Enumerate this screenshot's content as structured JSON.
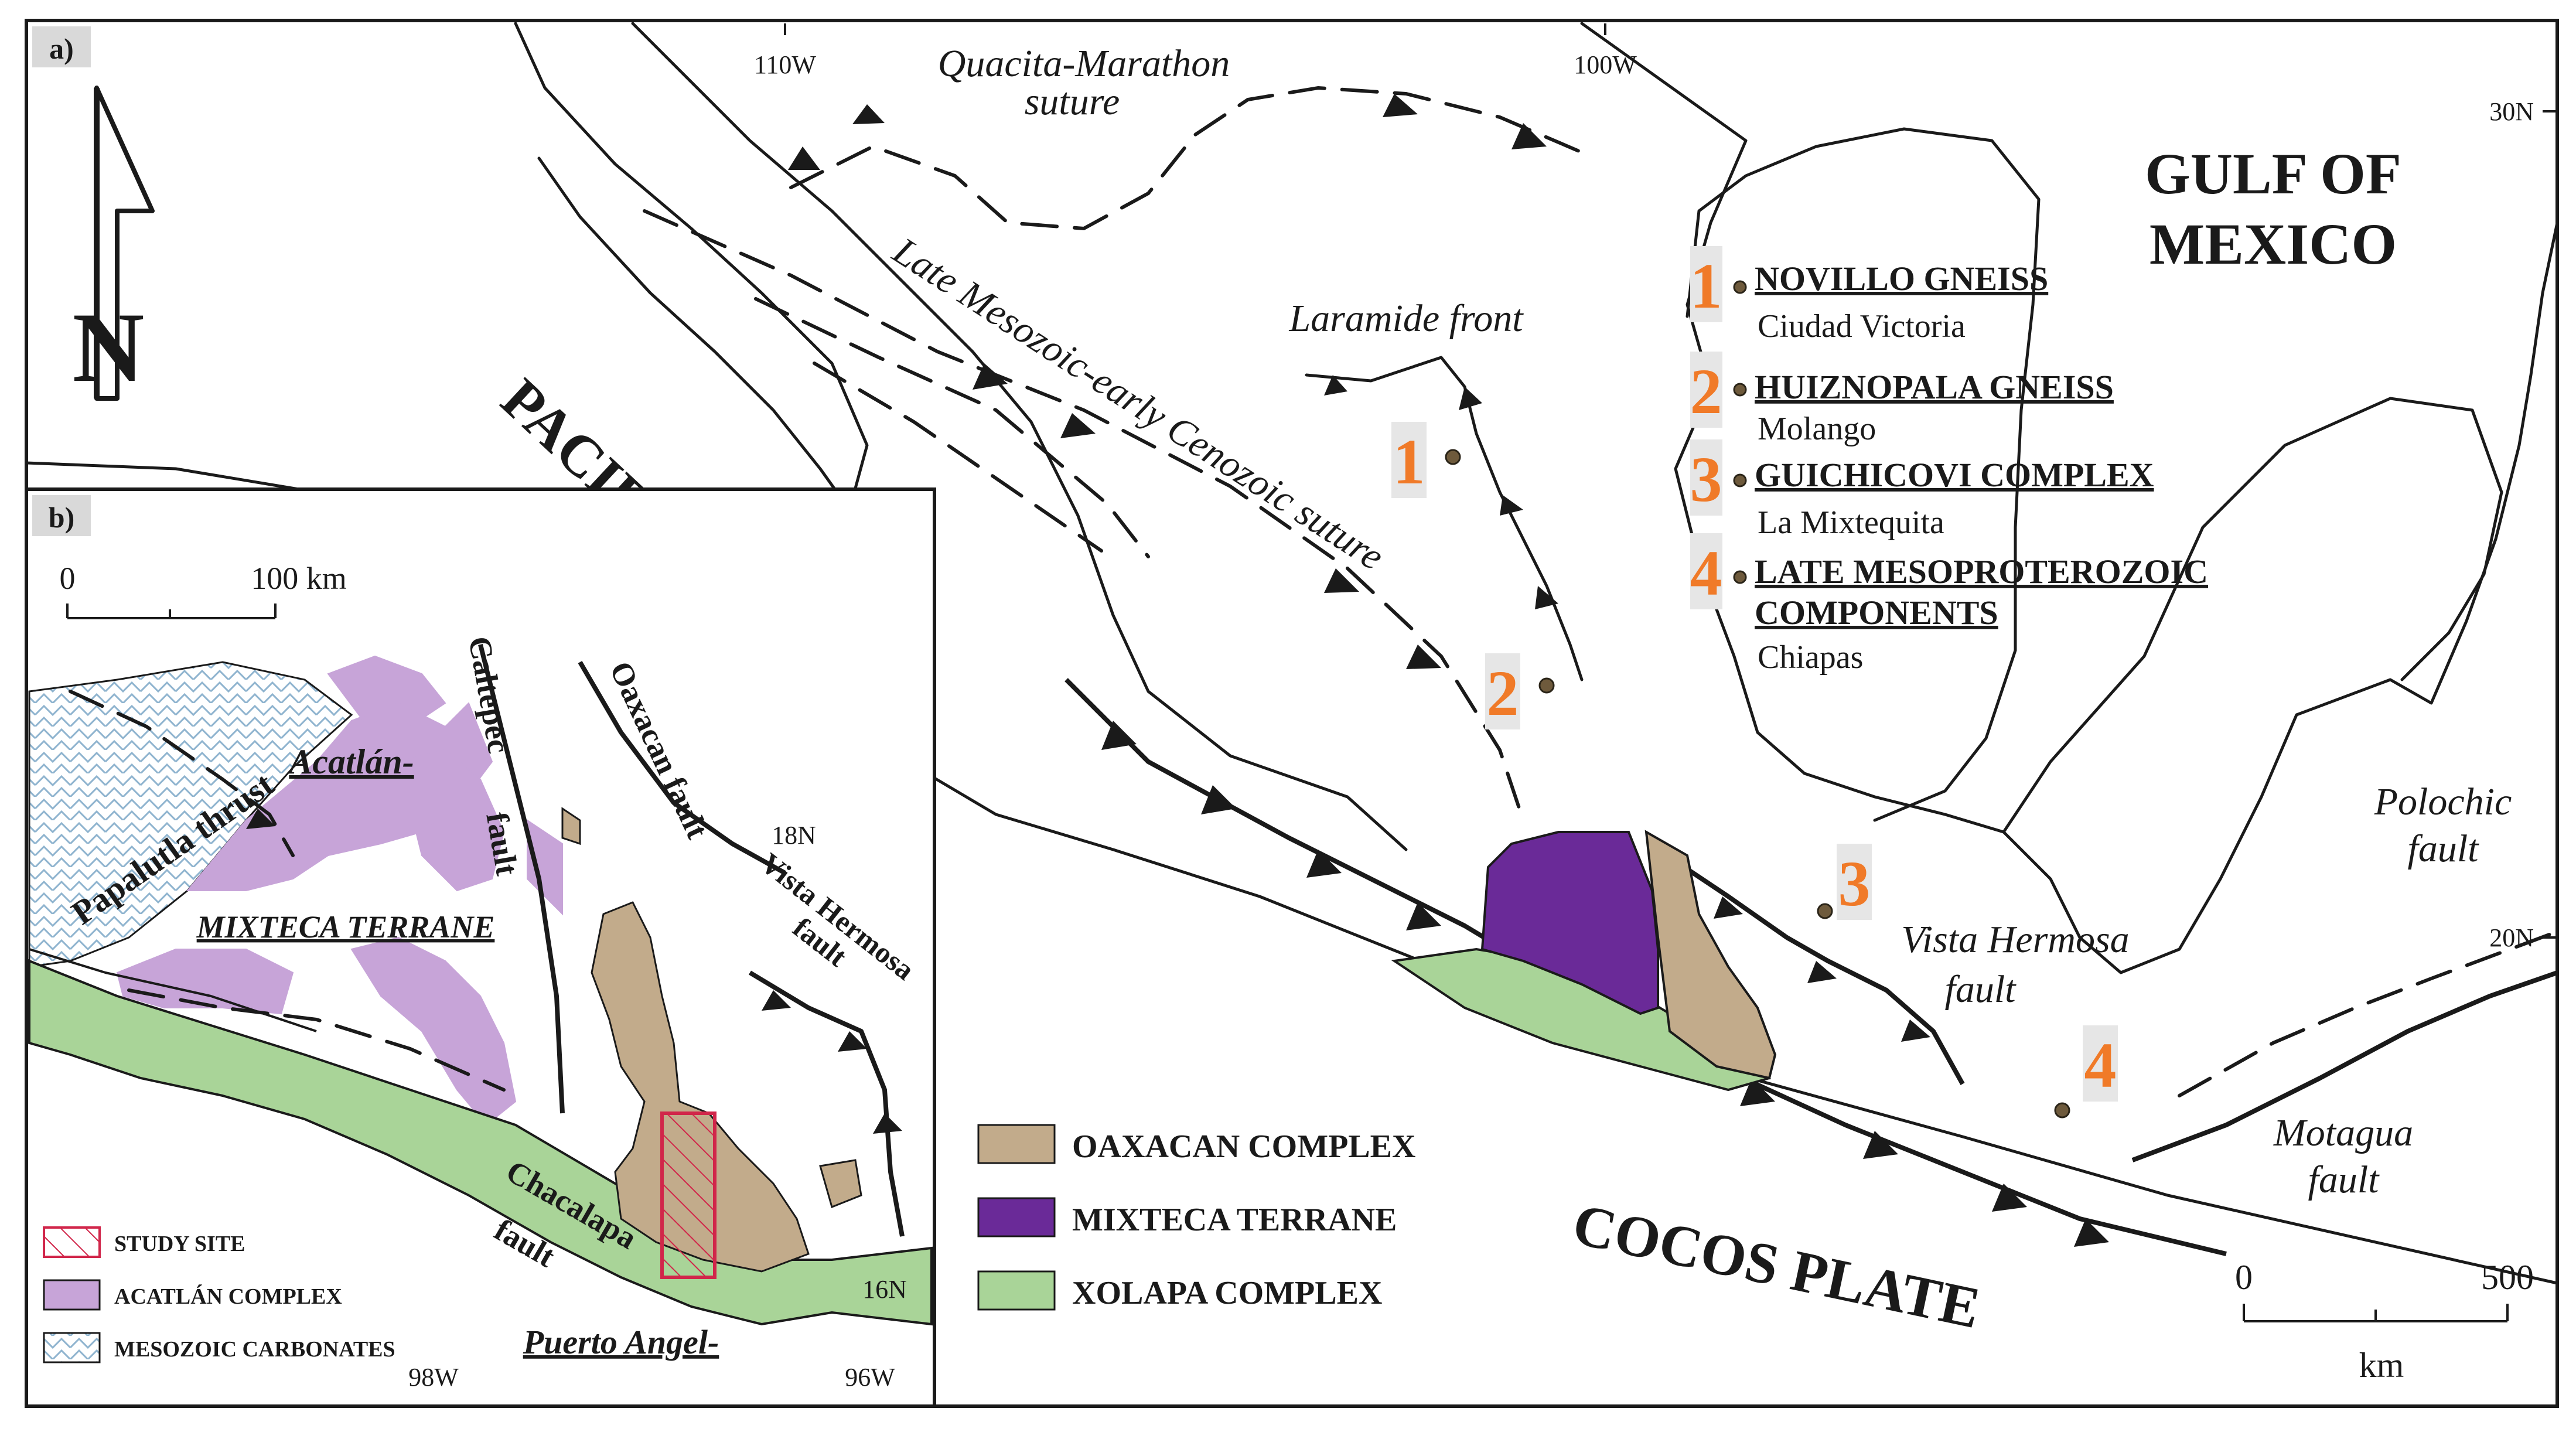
{
  "panel_labels": {
    "a": "a)",
    "b": "b)"
  },
  "coordinates": {
    "lon_110w": "110W",
    "lon_100w": "100W",
    "lat_30n": "30N",
    "lat_20n": "20N",
    "lat_18n": "18N",
    "lat_16n": "16N",
    "lon_98w": "98W",
    "lon_96w": "96W"
  },
  "north_arrow": {
    "letter": "N"
  },
  "regions": {
    "gulf_of_mexico": [
      "GULF OF",
      "MEXICO"
    ],
    "pacific_ocean": "PACIFIC OCEAN",
    "cocos_plate": "COCOS PLATE"
  },
  "structures_a": {
    "quacita_marathon": [
      "Quacita-Marathon",
      "suture"
    ],
    "laramide_front": "Laramide front",
    "suture": "Late Mesozoic-early Cenozoic suture",
    "vista_hermosa": [
      "Vista Hermosa",
      "fault"
    ],
    "polochic": [
      "Polochic",
      "fault"
    ],
    "motagua": [
      "Motagua",
      "fault"
    ]
  },
  "sites": [
    {
      "number": "1",
      "name": "NOVILLO GNEISS",
      "place": "Ciudad Victoria"
    },
    {
      "number": "2",
      "name": "HUIZNOPALA GNEISS",
      "place": "Molango"
    },
    {
      "number": "3",
      "name": "GUICHICOVI COMPLEX",
      "place": "La Mixtequita"
    },
    {
      "number": "4",
      "name": "LATE MESOPROTEROZOIC",
      "name2": "COMPONENTS",
      "place": "Chiapas"
    }
  ],
  "legend_a": [
    {
      "label": "OAXACAN COMPLEX",
      "color": "#c2ab8b"
    },
    {
      "label": "MIXTECA TERRANE",
      "color": "#6a2a98"
    },
    {
      "label": "XOLAPA COMPLEX",
      "color": "#a9d498"
    }
  ],
  "scale_a": {
    "start": "0",
    "end": "500",
    "unit": "km"
  },
  "scale_b": {
    "start": "0",
    "end": "100 km"
  },
  "structures_b": {
    "papalutla": "Papalutla thrust",
    "acatlan": "Acatlán-",
    "mixteca": "MIXTECA TERRANE",
    "caltepec": "Caltepec",
    "caltepec_fault": "fault",
    "oaxacan_fault": "Oaxacan fault",
    "vista_hermosa_b": "Vista Hermosa",
    "vista_hermosa_b_fault": "fault",
    "chacalapa": "Chacalapa",
    "chacalapa_fault": "fault",
    "puerto_angel": "Puerto Angel-"
  },
  "legend_b": [
    {
      "label": "STUDY SITE",
      "color": "#d1264a"
    },
    {
      "label": "ACATLÁN COMPLEX",
      "color": "#c7a4d8"
    },
    {
      "label": "MESOZOIC CARBONATES",
      "color": "#8fb4cf"
    }
  ]
}
